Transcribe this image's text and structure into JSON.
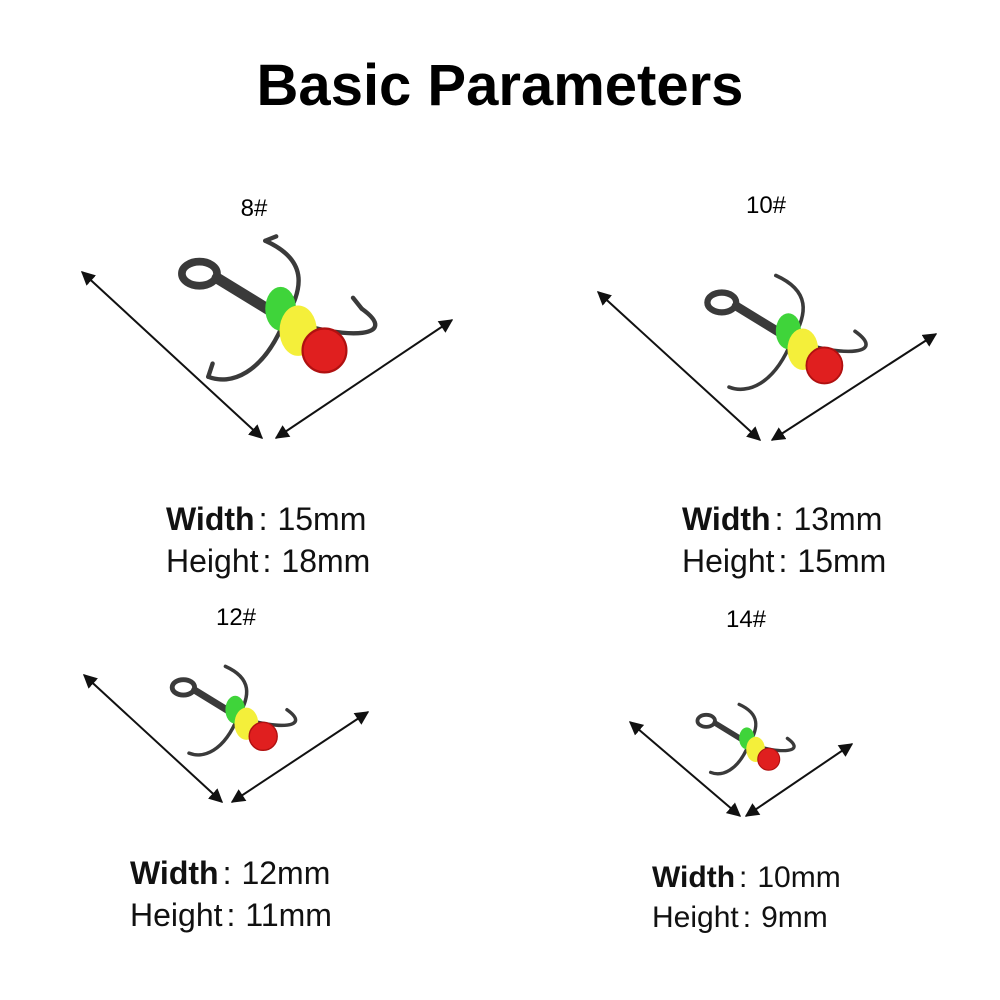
{
  "title": "Basic Parameters",
  "colors": {
    "bead_green": "#3fd43a",
    "bead_yellow": "#f4ef3a",
    "bead_red": "#e01f1f",
    "hook_metal": "#3a3a3a",
    "arrow": "#111111"
  },
  "hooks": [
    {
      "size": "8#",
      "width_label": "Width",
      "width_value": "15mm",
      "height_label": "Height",
      "height_value": "18mm"
    },
    {
      "size": "10#",
      "width_label": "Width",
      "width_value": "13mm",
      "height_label": "Height",
      "height_value": "15mm"
    },
    {
      "size": "12#",
      "width_label": "Width",
      "width_value": "12mm",
      "height_label": "Height",
      "height_value": "11mm"
    },
    {
      "size": "14#",
      "width_label": "Width",
      "width_value": "10mm",
      "height_label": "Height",
      "height_value": "9mm"
    }
  ]
}
